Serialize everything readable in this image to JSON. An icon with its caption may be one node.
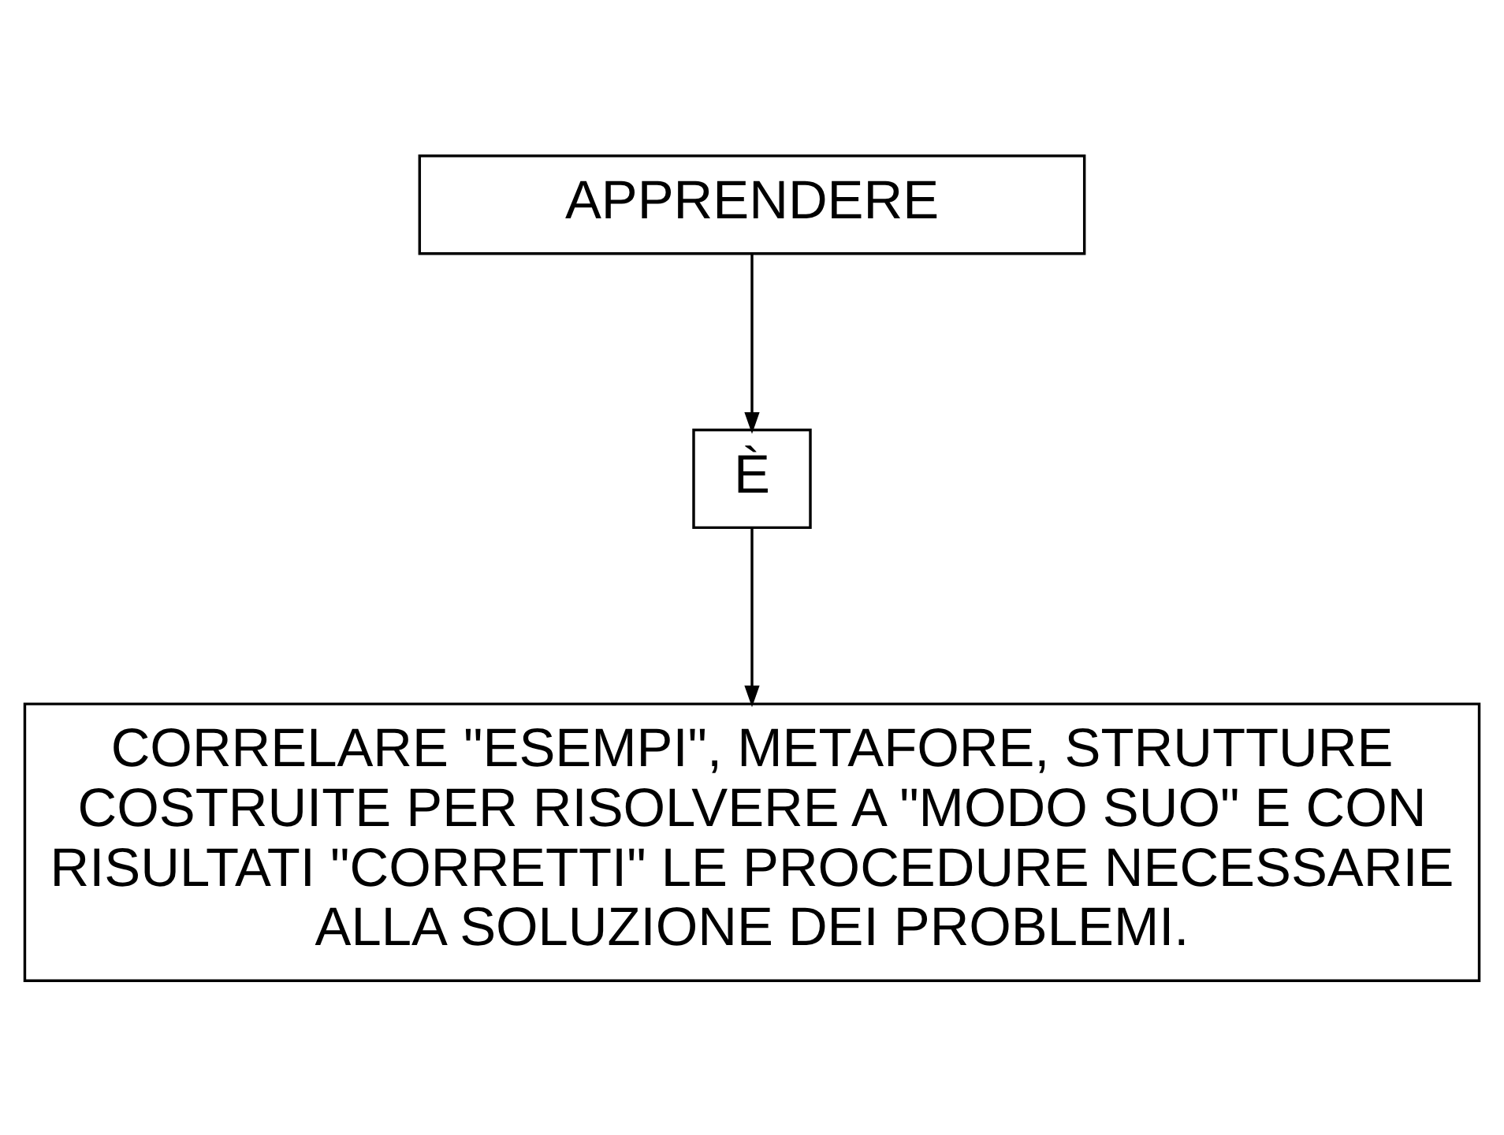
{
  "diagram": {
    "nodes": [
      {
        "text": [
          "APPRENDERE"
        ]
      },
      {
        "text": [
          "È"
        ]
      },
      {
        "text": [
          "CORRELARE \"ESEMPI\", METAFORE, STRUTTURE COSTRUITE PER RISOLVERE A \"MODO SUO\" E CON RISULTATI \"CORRETTI\" LE PROCEDURE NECESSARIE ALLA SOLUZIONE DEI PROBLEMI."
        ]
      }
    ],
    "edges": [
      {
        "from": 0,
        "to": 1,
        "arrow": "to"
      },
      {
        "from": 1,
        "to": 2,
        "arrow": "to"
      }
    ]
  }
}
